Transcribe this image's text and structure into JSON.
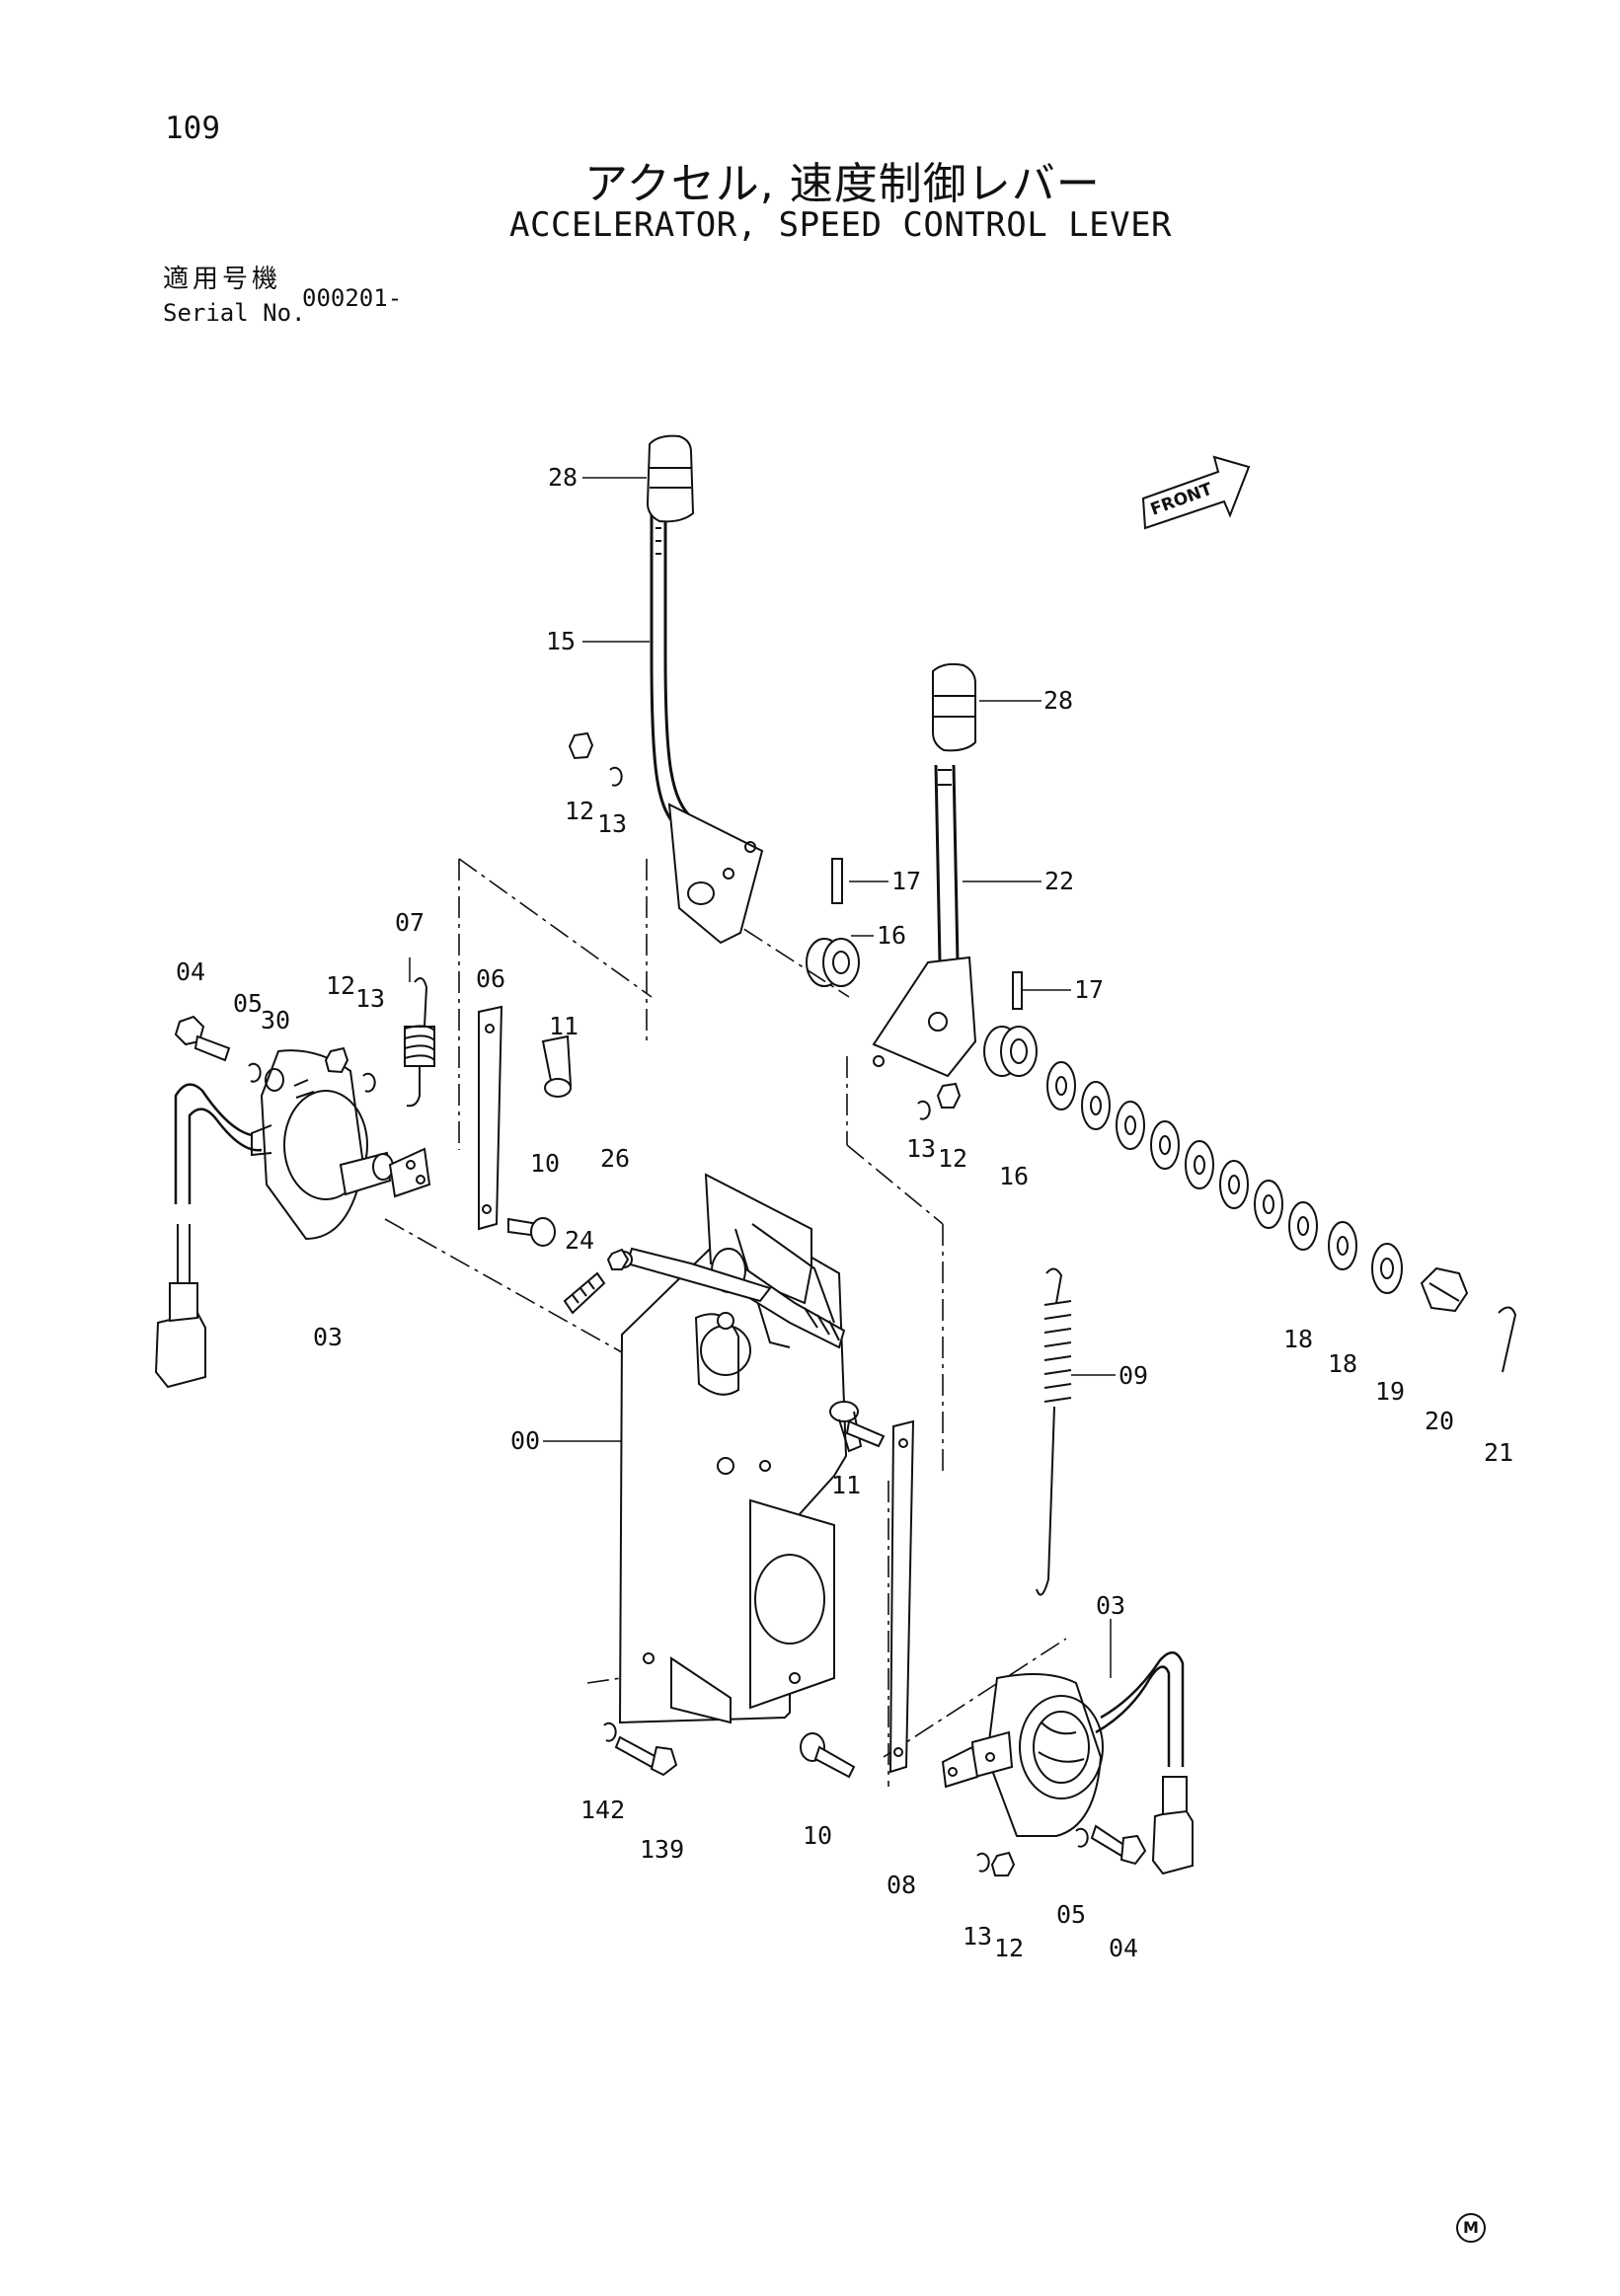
{
  "page_number": "109",
  "title_jp": "アクセル, 速度制御レバー",
  "title_en": "ACCELERATOR, SPEED CONTROL LEVER",
  "serial_label_jp": "適用号機",
  "serial_label_en": "Serial No.",
  "serial_value": "000201-",
  "front_label": "FRONT",
  "corner_mark": "M",
  "part_labels": [
    {
      "text": "28"
    },
    {
      "text": "15"
    },
    {
      "text": "12"
    },
    {
      "text": "13"
    },
    {
      "text": "28"
    },
    {
      "text": "17"
    },
    {
      "text": "22"
    },
    {
      "text": "16"
    },
    {
      "text": "17"
    },
    {
      "text": "07"
    },
    {
      "text": "04"
    },
    {
      "text": "05"
    },
    {
      "text": "30"
    },
    {
      "text": "12"
    },
    {
      "text": "13"
    },
    {
      "text": "06"
    },
    {
      "text": "11"
    },
    {
      "text": "10"
    },
    {
      "text": "26"
    },
    {
      "text": "24"
    },
    {
      "text": "13"
    },
    {
      "text": "12"
    },
    {
      "text": "16"
    },
    {
      "text": "03"
    },
    {
      "text": "18"
    },
    {
      "text": "18"
    },
    {
      "text": "19"
    },
    {
      "text": "20"
    },
    {
      "text": "21"
    },
    {
      "text": "09"
    },
    {
      "text": "11"
    },
    {
      "text": "00"
    },
    {
      "text": "03"
    },
    {
      "text": "142"
    },
    {
      "text": "139"
    },
    {
      "text": "10"
    },
    {
      "text": "08"
    },
    {
      "text": "13"
    },
    {
      "text": "12"
    },
    {
      "text": "05"
    },
    {
      "text": "04"
    }
  ]
}
